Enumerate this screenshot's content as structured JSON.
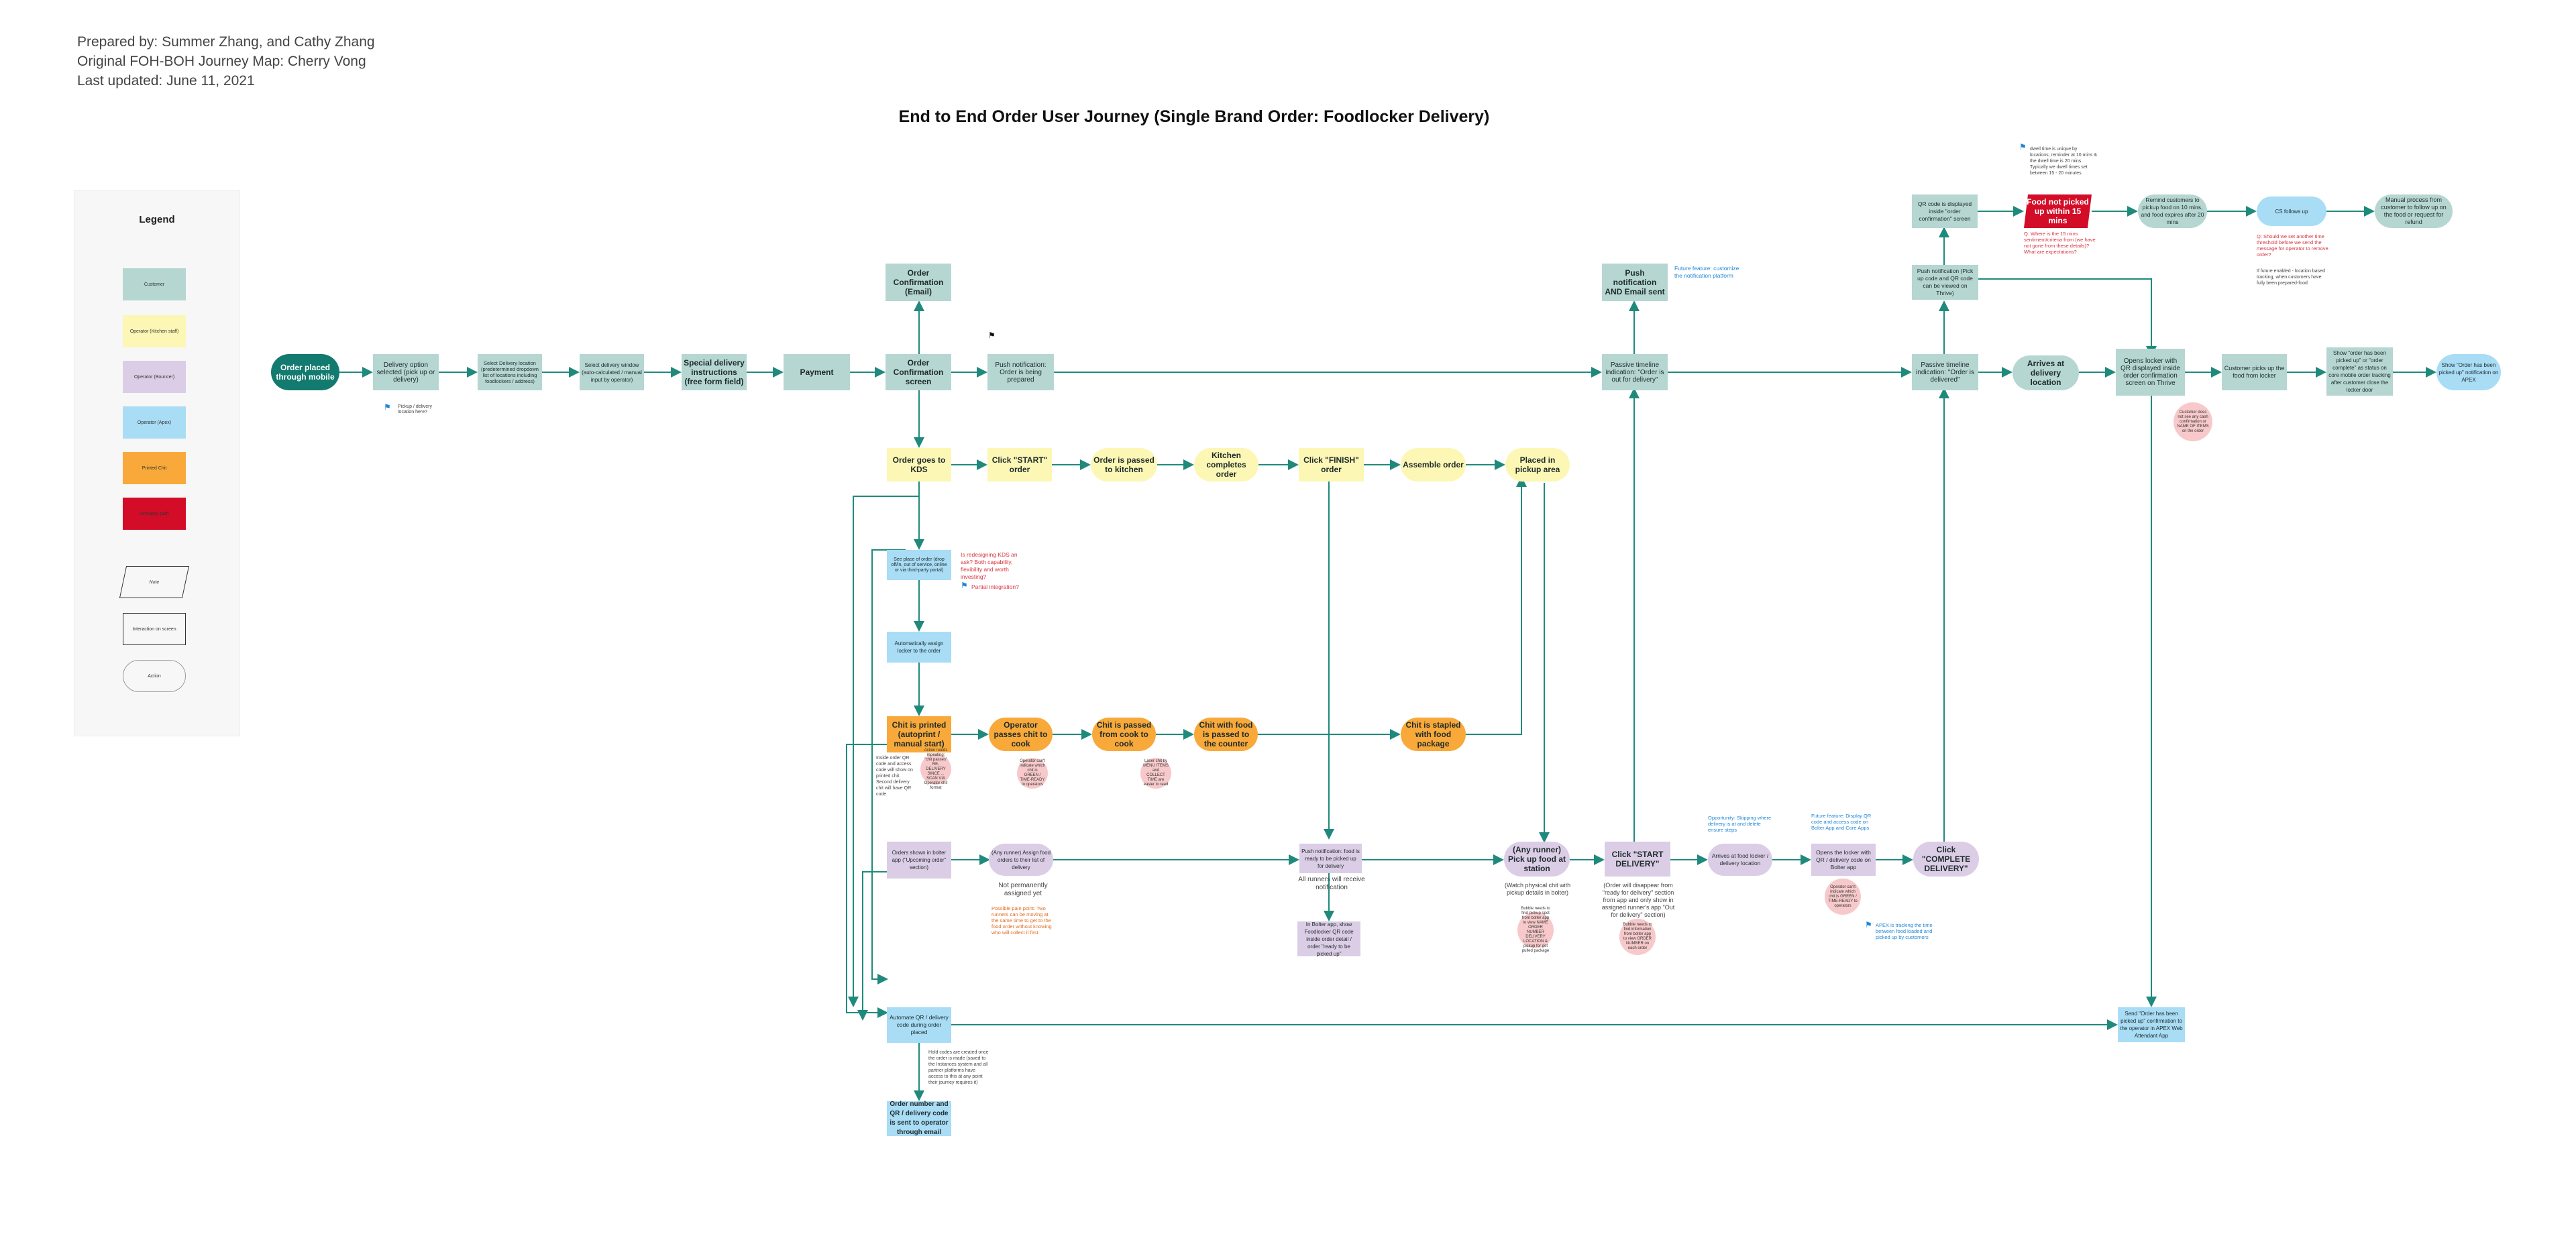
{
  "meta": {
    "prepared_by": "Prepared by: Summer Zhang, and Cathy Zhang",
    "original_map": "Original FOH-BOH Journey Map: Cherry Vong",
    "last_updated": "Last updated: June 11, 2021"
  },
  "title": "End to End Order User Journey (Single Brand Order: Foodlocker Delivery)",
  "colors": {
    "customer": "#b6d6d2",
    "operator_kitchen": "#fdf7b5",
    "operator_bio": "#dccde6",
    "operator_ops": "#a9dcf5",
    "printed_chit": "#f8a93a",
    "unhappy_path": "#d30d27",
    "start_node": "#127a6f",
    "connector": "#1f8a7c"
  },
  "legend": {
    "title": "Legend",
    "items": [
      "Customer",
      "Operator (Kitchen staff)",
      "Operator (Bouncer)",
      "Operator (Apex)",
      "Printed Chit",
      "Unhappy path",
      "Note",
      "Interaction on screen",
      "Action"
    ]
  },
  "nodes": {
    "order_placed": "Order placed through mobile",
    "delivery_option": "Delivery option selected (pick up or delivery)",
    "select_location": "Select Delivery location (predetermined dropdown list of locations including foodlockers / address)",
    "select_window": "Select delivery window (auto-calculated / manual input by operator)",
    "special_instructions": "Special delivery instructions (free form field)",
    "payment": "Payment",
    "order_conf_screen": "Order Confirmation screen",
    "order_conf_email": "Order Confirmation (Email)",
    "push_preparing": "Push notification: Order is being prepared",
    "push_email_sent": "Push notification AND Email sent",
    "passive_out": "Passive timeline indication: \"Order is out for delivery\"",
    "passive_delivered": "Passive timeline indication: \"Order is delivered\"",
    "push_pickup_code": "Push notification (Pick up code and QR code can be viewed on Thrive)",
    "qr_displayed": "QR code is displayed inside \"order confirmation\" screen",
    "food_not_picked": "Food not picked up within 15 mins",
    "remind_customers": "Remind customers to pickup food on 10 mins, and food expires after 20 mins",
    "cs_followup": "CS follows up",
    "manual_process": "Manual process from customer to follow up on the food or request for refund",
    "arrives_location": "Arrives at delivery location",
    "opens_locker": "Opens locker with QR displayed inside order confirmation screen on Thrive",
    "customer_picks_up": "Customer picks up the food from locker",
    "show_picked_up": "Show \"order has been picked up\" or \"order complete\" as status on core mobile order tracking after customer close the locker door",
    "final_notification": "Show \"Order has been picked up\" notification on APEX",
    "order_goes_kds": "Order goes to KDS",
    "click_start_order": "Click \"START\" order",
    "passed_to_kitchen": "Order is passed to kitchen",
    "kitchen_completes": "Kitchen completes order",
    "click_finish": "Click \"FINISH\" order",
    "assemble_order": "Assemble order",
    "placed_pickup": "Placed in pickup area",
    "see_place_of_order": "See place of order (drop off/in, out of service, online or via third-party portal)",
    "auto_assign": "Automatically assign locker to the order",
    "chit_printed": "Chit is printed (autoprint / manual start)",
    "operator_passes_chit": "Operator passes chit to cook",
    "chit_passed_to_cook": "Chit is passed from cook to cook",
    "chit_with_food": "Chit with food is passed to the counter",
    "chit_stapled": "Chit is stapled with food package",
    "orders_shown_bolter": "Orders shown in bolter app (\"Upcoming order\" section)",
    "any_runner_assign": "(Any runner) Assign food orders to their list of delivery",
    "push_ready_pickup": "Push notification: food is ready to be picked up for delivery",
    "in_bolter_app": "In Bolter app, show Foodlocker QR code inside order detail / order \"ready to be picked up\"",
    "any_runner_pickup": "(Any runner) Pick up food at station",
    "click_start_delivery": "Click \"START DELIVERY\"",
    "arrives_food_locker": "Arrives at food locker / delivery location",
    "opens_locker_qr": "Opens the locker with QR / delivery code on Bolter app",
    "click_complete": "Click \"COMPLETE DELIVERY\"",
    "auto_qr": "Automate QR / delivery code during order placed",
    "order_number_sent": "Order number and QR / delivery code is sent to operator through email",
    "send_picked_up": "Send \"Order has been picked up\" confirmation to the operator in APEX Web Attendant App"
  },
  "notes": {
    "deadline_note": "dwell time is unique by locations; reminder at 10 mins & the dwell time is 20 mins. Typically we dwell times set between 15 - 20 minutes",
    "red_q1": "Q: Where is the 15 mins sentiment/criteria from (we have not gone from these details)? What are expectations?",
    "red_q2": "Q: Should we set another time threshold before we send the message for operator to remove order?",
    "future_state_note": "If future enabled - location based tracking, when customers have fully been prepared-food",
    "future_feature_push": "Future feature: customize the notification platform",
    "kds_q": "Is redesigning KDS an ask? Both capability, flexibility and worth investing?",
    "partial_integration": "Partial integration?",
    "runners_reminder": "Not permanently assigned yet",
    "orange_note": "Possible pain point: Two runners can be moving at the same time to get to the food order without knowing who will collect it first",
    "all_runners": "All runners will receive notification",
    "watch_chit": "(Watch physical chit with pickup details in bolter)",
    "order_disappear": "(Order will disappear from \"ready for delivery\" section from app and only show in assigned runner's app \"Out for delivery\" section)",
    "opportunity": "Opportunity: Skipping where delivery is at and delete ensure steps",
    "future_feature_display": "Future feature: Display QR code and access code on Bolter App and Core Apps",
    "apex_tracking": "APEX is tracking the time between food loaded and picked up by customers",
    "chit_code_note": "Inside order QR code and access code will show on printed chit. Second delivery chit will have QR code",
    "email_note": "Hold codes are created once the order is made (saved to the Instances system and all partner platforms have access to this at any point their journey requires it)",
    "flag_note": "Pickup / delivery location here?"
  },
  "bubbles": {
    "b1": "Action needs repeating: \"chit passes\" RE-DELIVERY SINCE ... SCAN VIA Operator chit format",
    "b2": "Operator can't indicate which chit is GREEN / TIME-READY to operators",
    "b3": "Laser chit by MENU ITEMS and COLLECT TIME are easier to read",
    "b4": "Bubble needs to find pickup spot from bolter app to view NAME ORDER NUMBER DELIVERY LOCATION & pickup for get pulled package",
    "b5": "Bubble needs to find information from bolter app to view ORDER NUMBER on each order",
    "b6": "Customer does not see any cash confirmation or NAME OF ITEMS on the order"
  },
  "flag_glyph": "⚑"
}
